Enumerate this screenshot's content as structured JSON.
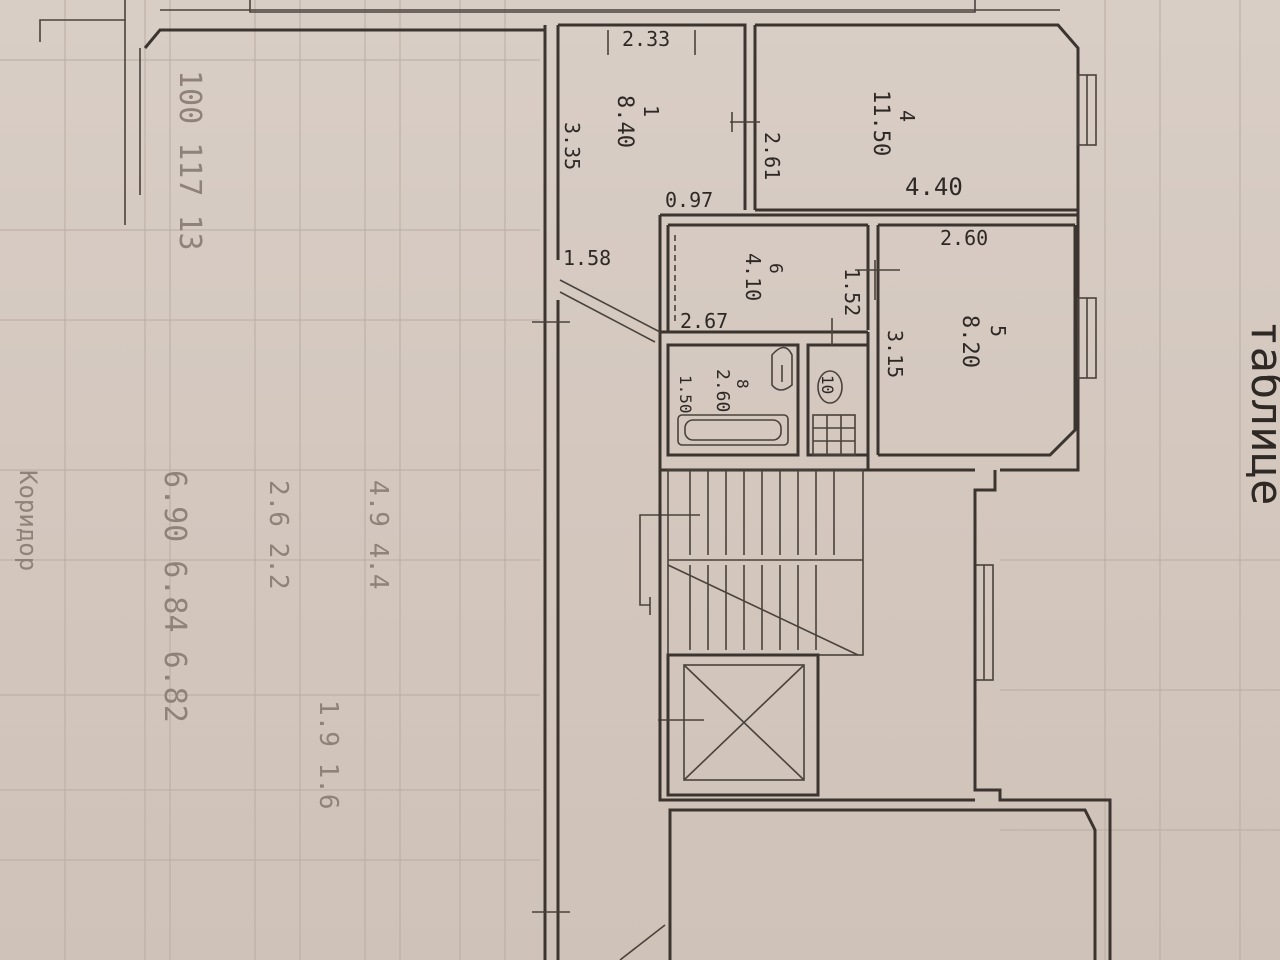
{
  "rooms": {
    "r1": {
      "num": "1",
      "area": "8.40"
    },
    "r4": {
      "num": "4",
      "area": "11.50"
    },
    "r5": {
      "num": "5",
      "area": "8.20"
    },
    "r6": {
      "num": "6",
      "area": "4.10"
    },
    "r8": {
      "num": "8",
      "area": "2.60"
    },
    "r10": {
      "num": "10"
    }
  },
  "dims": {
    "d_233": "2.33",
    "d_335": "3.35",
    "d_261": "2.61",
    "d_097": "0.97",
    "d_440": "4.40",
    "d_260": "2.60",
    "d_158": "1.58",
    "d_267": "2.67",
    "d_152": "1.52",
    "d_315": "3.15",
    "d_150": "1.50"
  },
  "margin_text": {
    "right_script": "таблице"
  }
}
